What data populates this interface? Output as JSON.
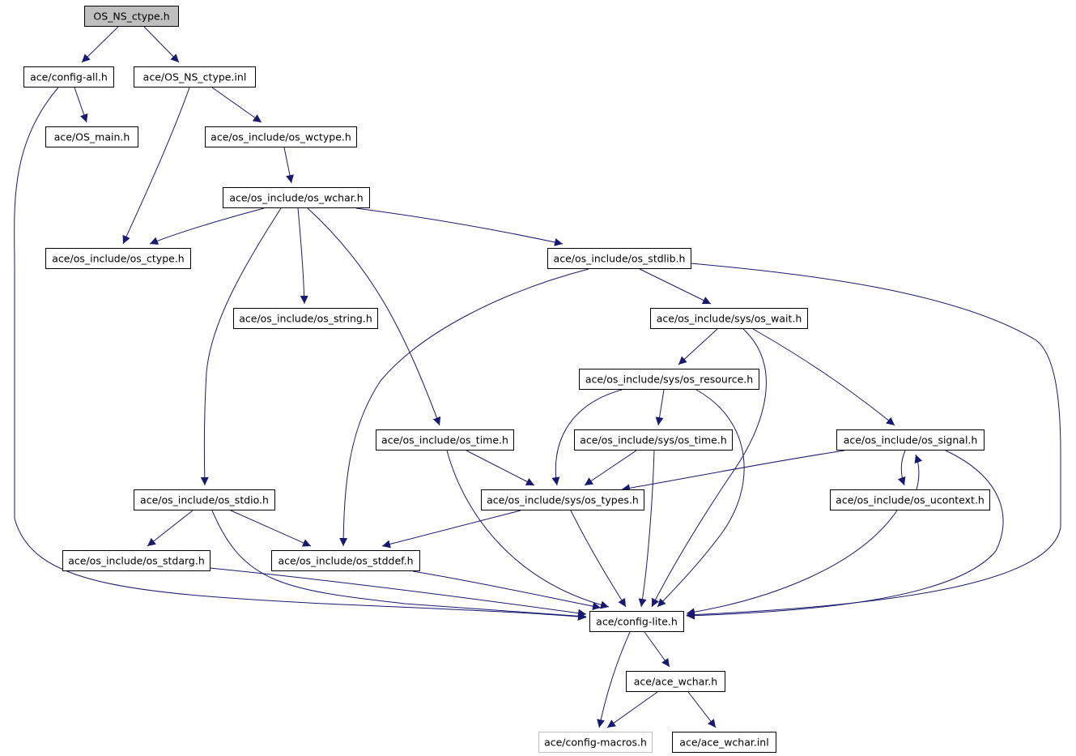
{
  "diagram": {
    "colors": {
      "edge": "#191970",
      "node_border": "#000000",
      "root_fill": "#bfbfbf",
      "missing_node_border": "#bfbfbf"
    },
    "nodes": [
      {
        "id": "os_ns_ctype_h",
        "label": "OS_NS_ctype.h",
        "style": "root"
      },
      {
        "id": "config_all_h",
        "label": "ace/config-all.h"
      },
      {
        "id": "os_ns_ctype_inl",
        "label": "ace/OS_NS_ctype.inl"
      },
      {
        "id": "os_main_h",
        "label": "ace/OS_main.h"
      },
      {
        "id": "os_wctype_h",
        "label": "ace/os_include/os_wctype.h"
      },
      {
        "id": "os_wchar_h",
        "label": "ace/os_include/os_wchar.h"
      },
      {
        "id": "os_ctype_h",
        "label": "ace/os_include/os_ctype.h"
      },
      {
        "id": "os_stdlib_h",
        "label": "ace/os_include/os_stdlib.h"
      },
      {
        "id": "os_string_h",
        "label": "ace/os_include/os_string.h"
      },
      {
        "id": "sys_os_wait_h",
        "label": "ace/os_include/sys/os_wait.h"
      },
      {
        "id": "sys_os_resource_h",
        "label": "ace/os_include/sys/os_resource.h"
      },
      {
        "id": "os_time_h",
        "label": "ace/os_include/os_time.h"
      },
      {
        "id": "sys_os_time_h",
        "label": "ace/os_include/sys/os_time.h"
      },
      {
        "id": "os_signal_h",
        "label": "ace/os_include/os_signal.h"
      },
      {
        "id": "os_stdio_h",
        "label": "ace/os_include/os_stdio.h"
      },
      {
        "id": "sys_os_types_h",
        "label": "ace/os_include/sys/os_types.h"
      },
      {
        "id": "os_ucontext_h",
        "label": "ace/os_include/os_ucontext.h"
      },
      {
        "id": "os_stdarg_h",
        "label": "ace/os_include/os_stdarg.h"
      },
      {
        "id": "os_stddef_h",
        "label": "ace/os_include/os_stddef.h"
      },
      {
        "id": "config_lite_h",
        "label": "ace/config-lite.h"
      },
      {
        "id": "ace_wchar_h",
        "label": "ace/ace_wchar.h"
      },
      {
        "id": "config_macros_h",
        "label": "ace/config-macros.h",
        "style": "missing"
      },
      {
        "id": "ace_wchar_inl",
        "label": "ace/ace_wchar.inl"
      }
    ],
    "edges": [
      [
        "os_ns_ctype_h",
        "config_all_h"
      ],
      [
        "os_ns_ctype_h",
        "os_ns_ctype_inl"
      ],
      [
        "config_all_h",
        "os_main_h"
      ],
      [
        "config_all_h",
        "config_lite_h"
      ],
      [
        "os_ns_ctype_inl",
        "os_ctype_h"
      ],
      [
        "os_ns_ctype_inl",
        "os_wctype_h"
      ],
      [
        "os_wctype_h",
        "os_wchar_h"
      ],
      [
        "os_wchar_h",
        "os_ctype_h"
      ],
      [
        "os_wchar_h",
        "os_stdlib_h"
      ],
      [
        "os_wchar_h",
        "os_string_h"
      ],
      [
        "os_wchar_h",
        "os_time_h"
      ],
      [
        "os_wchar_h",
        "os_stdio_h"
      ],
      [
        "os_stdlib_h",
        "sys_os_wait_h"
      ],
      [
        "os_stdlib_h",
        "os_stddef_h"
      ],
      [
        "os_stdlib_h",
        "config_lite_h"
      ],
      [
        "os_string_h",
        "os_stddef_h"
      ],
      [
        "sys_os_wait_h",
        "sys_os_resource_h"
      ],
      [
        "sys_os_wait_h",
        "os_signal_h"
      ],
      [
        "sys_os_wait_h",
        "config_lite_h"
      ],
      [
        "sys_os_resource_h",
        "sys_os_time_h"
      ],
      [
        "sys_os_resource_h",
        "sys_os_types_h"
      ],
      [
        "sys_os_resource_h",
        "config_lite_h"
      ],
      [
        "os_time_h",
        "sys_os_types_h"
      ],
      [
        "os_time_h",
        "config_lite_h"
      ],
      [
        "sys_os_time_h",
        "sys_os_types_h"
      ],
      [
        "sys_os_time_h",
        "config_lite_h"
      ],
      [
        "os_signal_h",
        "sys_os_types_h"
      ],
      [
        "os_signal_h",
        "os_ucontext_h"
      ],
      [
        "os_signal_h",
        "config_lite_h"
      ],
      [
        "os_ucontext_h",
        "os_signal_h"
      ],
      [
        "os_ucontext_h",
        "config_lite_h"
      ],
      [
        "os_stdio_h",
        "os_stdarg_h"
      ],
      [
        "os_stdio_h",
        "os_stddef_h"
      ],
      [
        "os_stdio_h",
        "config_lite_h"
      ],
      [
        "sys_os_types_h",
        "os_stddef_h"
      ],
      [
        "sys_os_types_h",
        "config_lite_h"
      ],
      [
        "os_stdarg_h",
        "config_lite_h"
      ],
      [
        "os_stddef_h",
        "config_lite_h"
      ],
      [
        "config_lite_h",
        "ace_wchar_h"
      ],
      [
        "config_lite_h",
        "config_macros_h"
      ],
      [
        "ace_wchar_h",
        "config_macros_h"
      ],
      [
        "ace_wchar_h",
        "ace_wchar_inl"
      ]
    ]
  }
}
